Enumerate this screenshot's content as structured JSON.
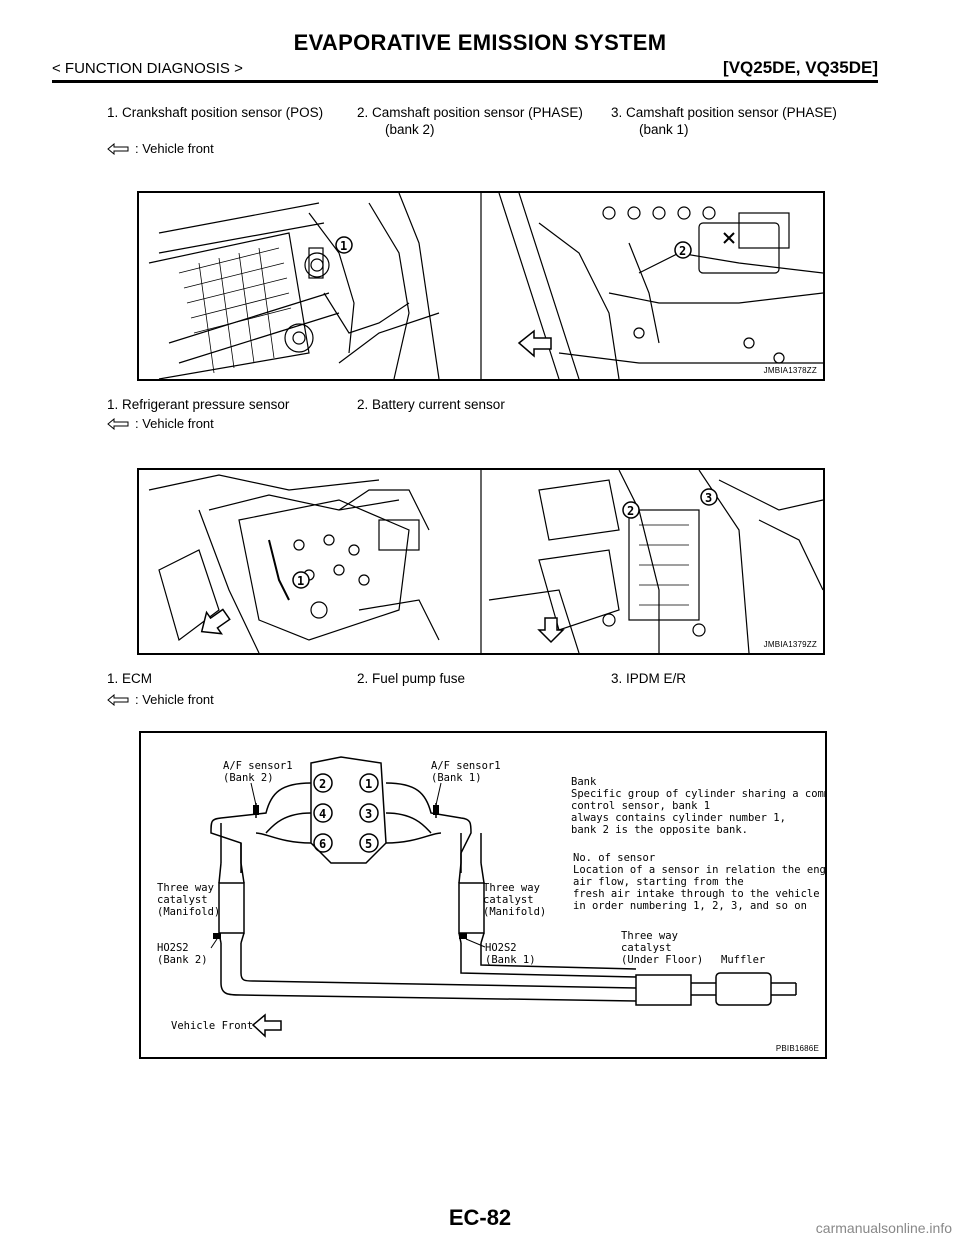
{
  "header": {
    "title": "EVAPORATIVE EMISSION SYSTEM",
    "section": "< FUNCTION DIAGNOSIS >",
    "model": "[VQ25DE, VQ35DE]"
  },
  "captions": {
    "block1": {
      "item1": "1.  Crankshaft position sensor (POS)",
      "item2_line1": "2.  Camshaft position sensor (PHASE)",
      "item2_line2": "(bank 2)",
      "item3_line1": "3.  Camshaft position sensor (PHASE)",
      "item3_line2": "(bank 1)",
      "vehicle_front": ": Vehicle front"
    },
    "block2": {
      "item1": "1.  Refrigerant pressure sensor",
      "item2": "2.  Battery current sensor",
      "vehicle_front": ": Vehicle front"
    },
    "block3": {
      "item1": "1.  ECM",
      "item2": "2.  Fuel pump fuse",
      "item3": "3.  IPDM E/R",
      "vehicle_front": ": Vehicle front"
    }
  },
  "figures": {
    "fig1": {
      "id": "JMBIA1378ZZ",
      "callouts": [
        "1",
        "2"
      ]
    },
    "fig2": {
      "id": "JMBIA1379ZZ",
      "callouts": [
        "1",
        "2",
        "3"
      ]
    },
    "fig3": {
      "id": "PBIB1686E",
      "cylinders": [
        "2",
        "1",
        "4",
        "3",
        "6",
        "5"
      ],
      "af_bank2_l1": "A/F sensor1",
      "af_bank2_l2": "(Bank 2)",
      "af_bank1_l1": "A/F sensor1",
      "af_bank1_l2": "(Bank 1)",
      "bank_def": [
        "Bank",
        "Specific group of cylinder sharing a common",
        "control sensor, bank 1",
        "always contains cylinder number 1,",
        "bank 2 is the opposite bank."
      ],
      "sensor_def": [
        "No. of sensor",
        "Location of a sensor in relation the engine",
        "air flow, starting from the",
        "fresh air intake through to the vehicle tailpipe",
        "in order numbering 1, 2, 3, and so on"
      ],
      "twc_left": [
        "Three way",
        "catalyst",
        "(Manifold)"
      ],
      "twc_right": [
        "Three way",
        "catalyst",
        "(Manifold)"
      ],
      "ho2s2_left_l1": "HO2S2",
      "ho2s2_left_l2": "(Bank 2)",
      "ho2s2_right_l1": "HO2S2",
      "ho2s2_right_l2": "(Bank 1)",
      "twc_under": [
        "Three way",
        "catalyst",
        "(Under Floor)"
      ],
      "muffler": "Muffler",
      "vehicle_front": "Vehicle Front"
    }
  },
  "footer": {
    "page_number": "EC-82",
    "watermark": "carmanualsonline.info"
  }
}
